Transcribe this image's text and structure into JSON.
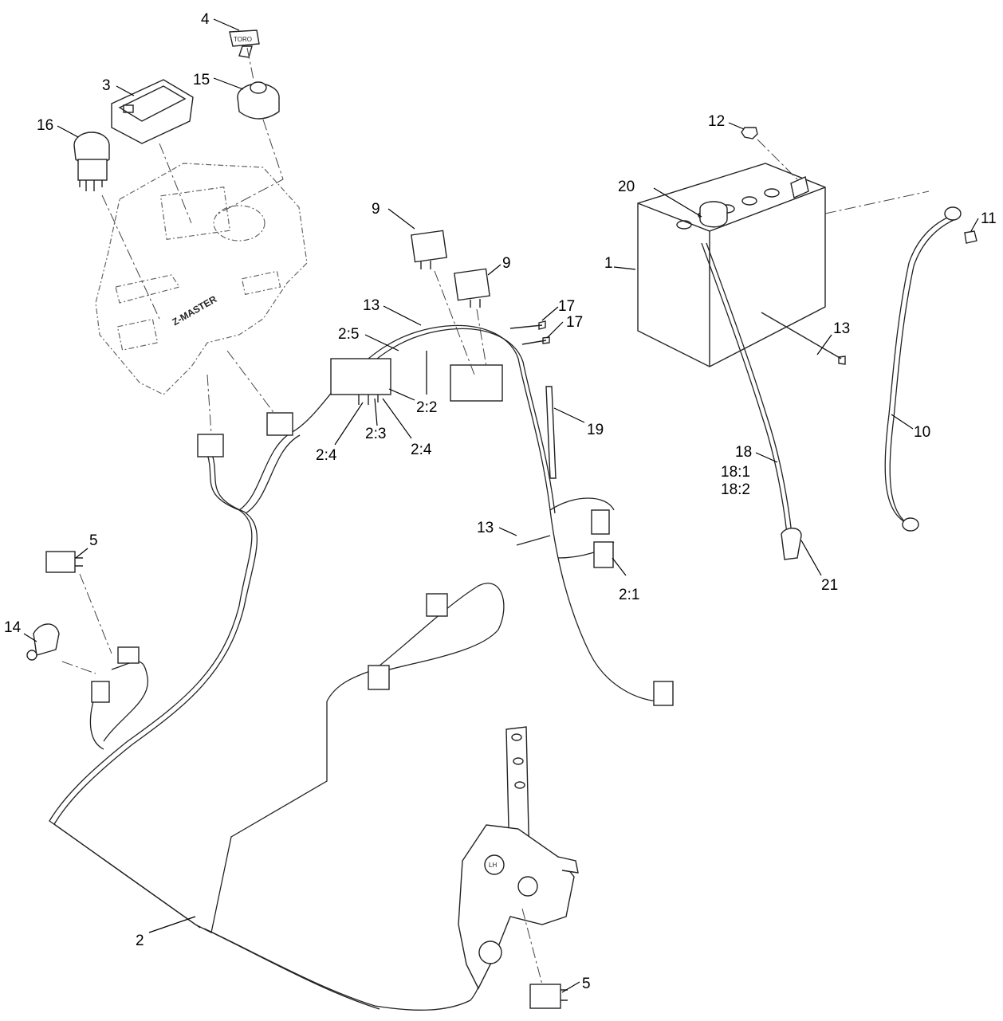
{
  "callouts": {
    "c1": "1",
    "c2_main": "2",
    "c2_1": "2:1",
    "c2_2": "2:2",
    "c2_3": "2:3",
    "c2_4a": "2:4",
    "c2_4b": "2:4",
    "c2_5": "2:5",
    "c3": "3",
    "c4": "4",
    "c5_top": "5",
    "c5_bottom": "5",
    "c9_a": "9",
    "c9_b": "9",
    "c10": "10",
    "c11": "11",
    "c12": "12",
    "c13_a": "13",
    "c13_b": "13",
    "c13_c": "13",
    "c14": "14",
    "c15": "15",
    "c16": "16",
    "c17_a": "17",
    "c17_b": "17",
    "c18": "18",
    "c18_1": "18:1",
    "c18_2": "18:2",
    "c19": "19",
    "c20": "20",
    "c21": "21"
  },
  "markings": {
    "key_brand": "TORO",
    "panel_brand": "Z-MASTER",
    "hand_side": "LH"
  }
}
